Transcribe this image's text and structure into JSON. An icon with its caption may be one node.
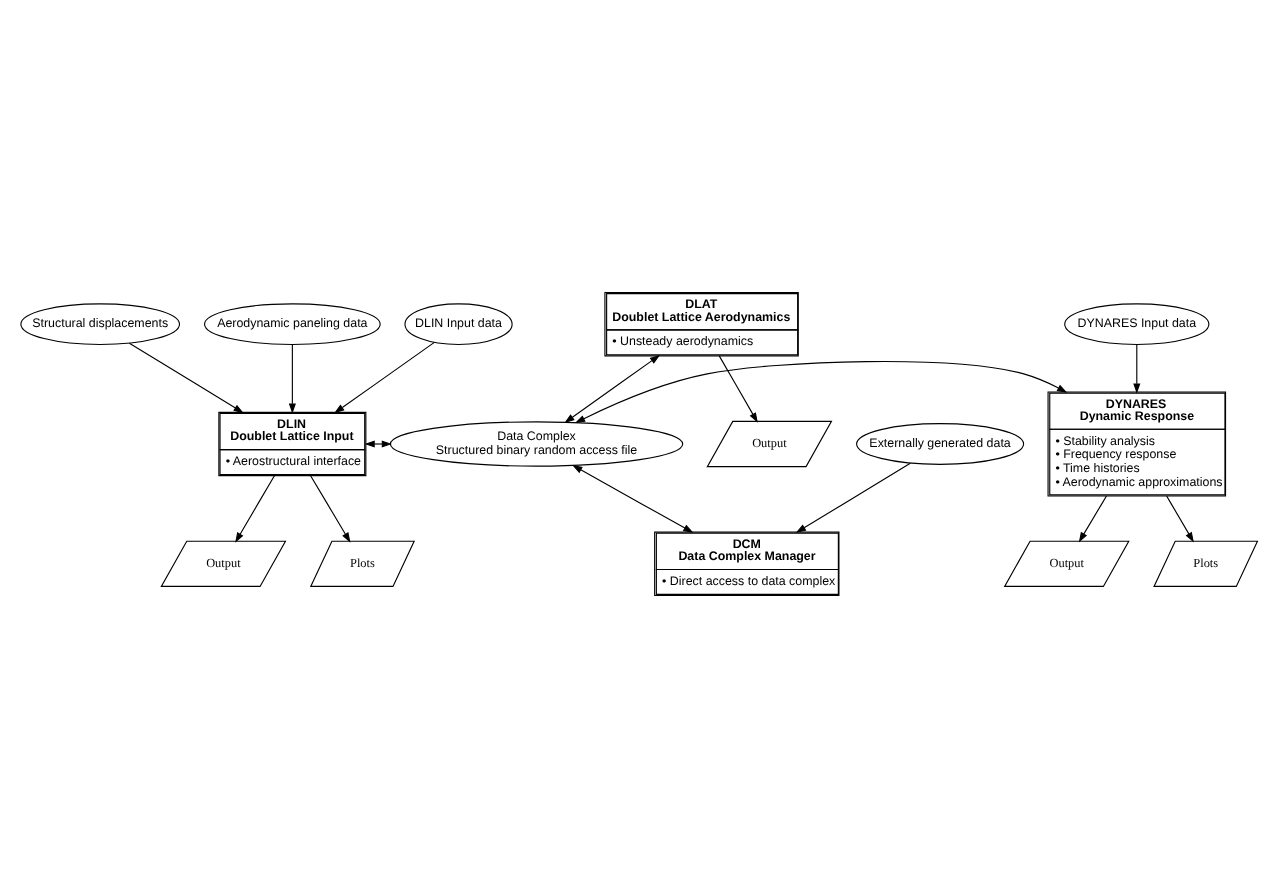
{
  "diagram": {
    "nodes": [
      {
        "text": [
          "Structural displacements"
        ]
      },
      {
        "text": [
          "Aerodynamic paneling data"
        ]
      },
      {
        "text": [
          "DLIN Input data"
        ]
      },
      {
        "text": [
          "DLAT",
          "Doublet Lattice Aerodynamics",
          "• Unsteady aerodynamics"
        ]
      },
      {
        "text": [
          "DYNARES Input data"
        ]
      },
      {
        "text": [
          "DLIN",
          "Doublet Lattice Input",
          "• Aerostructural interface"
        ]
      },
      {
        "text": [
          "Data Complex",
          "Structured binary random access file"
        ]
      },
      {
        "text": [
          "DYNARES",
          "Dynamic Response",
          "• Stability analysis",
          "• Frequency response",
          "• Time histories",
          "• Aerodynamic approximations"
        ]
      },
      {
        "text": [
          "Output"
        ]
      },
      {
        "text": [
          "Plots"
        ]
      },
      {
        "text": [
          "Output"
        ]
      },
      {
        "text": [
          "Plots"
        ]
      },
      {
        "text": [
          "Output"
        ]
      },
      {
        "text": [
          "DCM",
          "Data Complex Manager",
          "• Direct access to data complex"
        ]
      },
      {
        "text": [
          "Externally generated data"
        ]
      }
    ],
    "edges": [
      {
        "from": 0,
        "to": 5,
        "arrow": "to"
      },
      {
        "from": 1,
        "to": 5,
        "arrow": "to"
      },
      {
        "from": 2,
        "to": 5,
        "arrow": "to"
      },
      {
        "from": 3,
        "to": 6,
        "arrow": "both"
      },
      {
        "from": 3,
        "to": 8,
        "arrow": "to"
      },
      {
        "from": 4,
        "to": 7,
        "arrow": "to"
      },
      {
        "from": 5,
        "to": 6,
        "arrow": "both"
      },
      {
        "from": 6,
        "to": 7,
        "arrow": "both"
      },
      {
        "from": 6,
        "to": 13,
        "arrow": "both"
      },
      {
        "from": 5,
        "to": 9,
        "arrow": "to"
      },
      {
        "from": 5,
        "to": 10,
        "arrow": "to"
      },
      {
        "from": 7,
        "to": 11,
        "arrow": "to"
      },
      {
        "from": 7,
        "to": 12,
        "arrow": "to"
      },
      {
        "from": 14,
        "to": 13,
        "arrow": "to"
      }
    ]
  }
}
